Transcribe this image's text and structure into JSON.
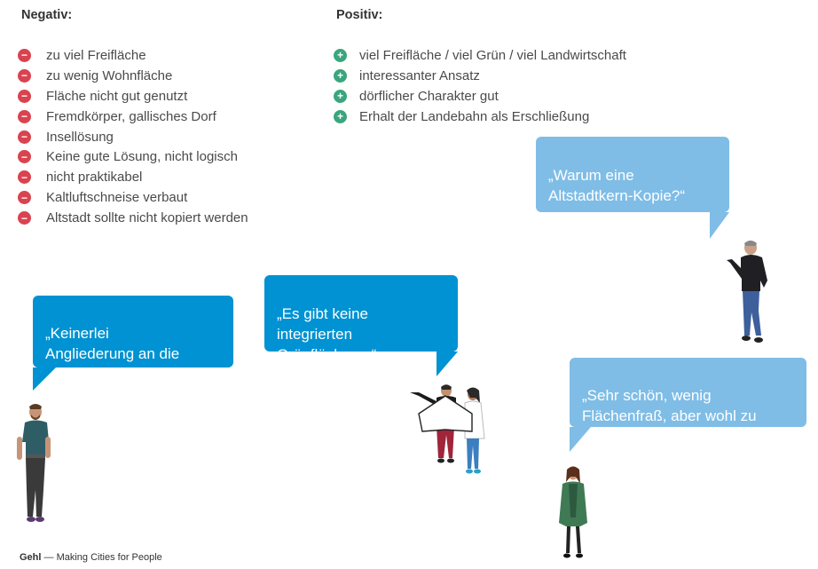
{
  "negative": {
    "heading": "Negativ:",
    "bullet_symbol": "−",
    "bullet_color": "#d9434f",
    "items": [
      "zu viel Freifläche",
      "zu wenig Wohnfläche",
      "Fläche nicht gut genutzt",
      "Fremdkörper, gallisches Dorf",
      "Insellösung",
      "Keine gute Lösung, nicht logisch",
      "nicht praktikabel",
      "Kaltluftschneise verbaut",
      "Altstadt sollte nicht kopiert werden"
    ]
  },
  "positive": {
    "heading": "Positiv:",
    "bullet_symbol": "+",
    "bullet_color": "#3aa57e",
    "items": [
      "viel Freifläche / viel Grün / viel Landwirtschaft",
      "interessanter Ansatz",
      "dörflicher Charakter gut",
      "Erhalt der Landebahn als Erschließung"
    ]
  },
  "quotes": {
    "altstadt": "„Warum eine\nAltstadtkern-Kopie?“",
    "angliederung": "„Keinerlei\nAngliederung an die\nbestehende Struktur...“",
    "gruenflaechen": "„Es gibt keine\nintegrierten\nGrünflächen...“",
    "flaechenfrass": "„Sehr schön, wenig\nFlächenfraß, aber wohl zu\nwenig neuer Wohnraum.“"
  },
  "colors": {
    "bubble_dark": "#0092d2",
    "bubble_light": "#7fbde6"
  },
  "footer": {
    "brand": "Gehl",
    "tagline": "— Making Cities for People"
  }
}
